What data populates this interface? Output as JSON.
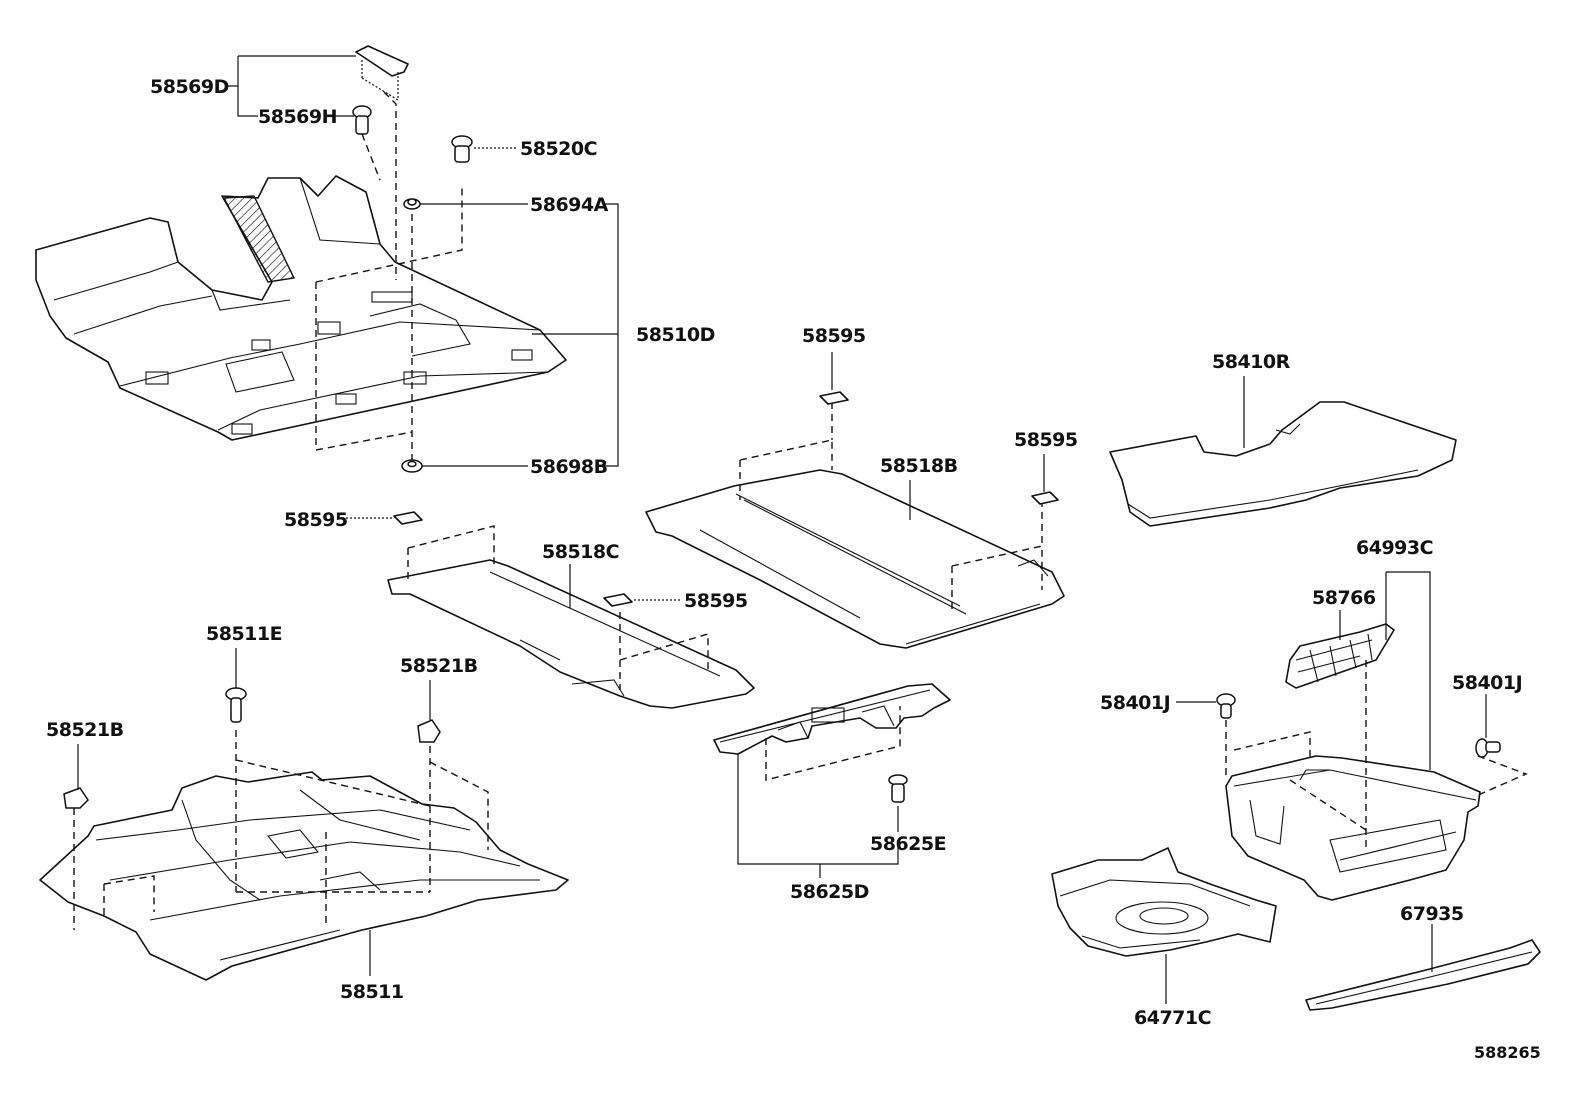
{
  "labels": {
    "p58569D": "58569D",
    "p58569H": "58569H",
    "p58520C": "58520C",
    "p58694A": "58694A",
    "p58510D": "58510D",
    "p58698B": "58698B",
    "p58595a": "58595",
    "p58595b": "58595",
    "p58595c": "58595",
    "p58595d": "58595",
    "p58518B": "58518B",
    "p58518C": "58518C",
    "p58410R": "58410R",
    "p64993C": "64993C",
    "p58766": "58766",
    "p58401Ja": "58401J",
    "p58401Jb": "58401J",
    "p58511E": "58511E",
    "p58521Ba": "58521B",
    "p58521Bb": "58521B",
    "p58625E": "58625E",
    "p58625D": "58625D",
    "p58511": "58511",
    "p64771C": "64771C",
    "p67935": "67935"
  },
  "reference": "588265"
}
